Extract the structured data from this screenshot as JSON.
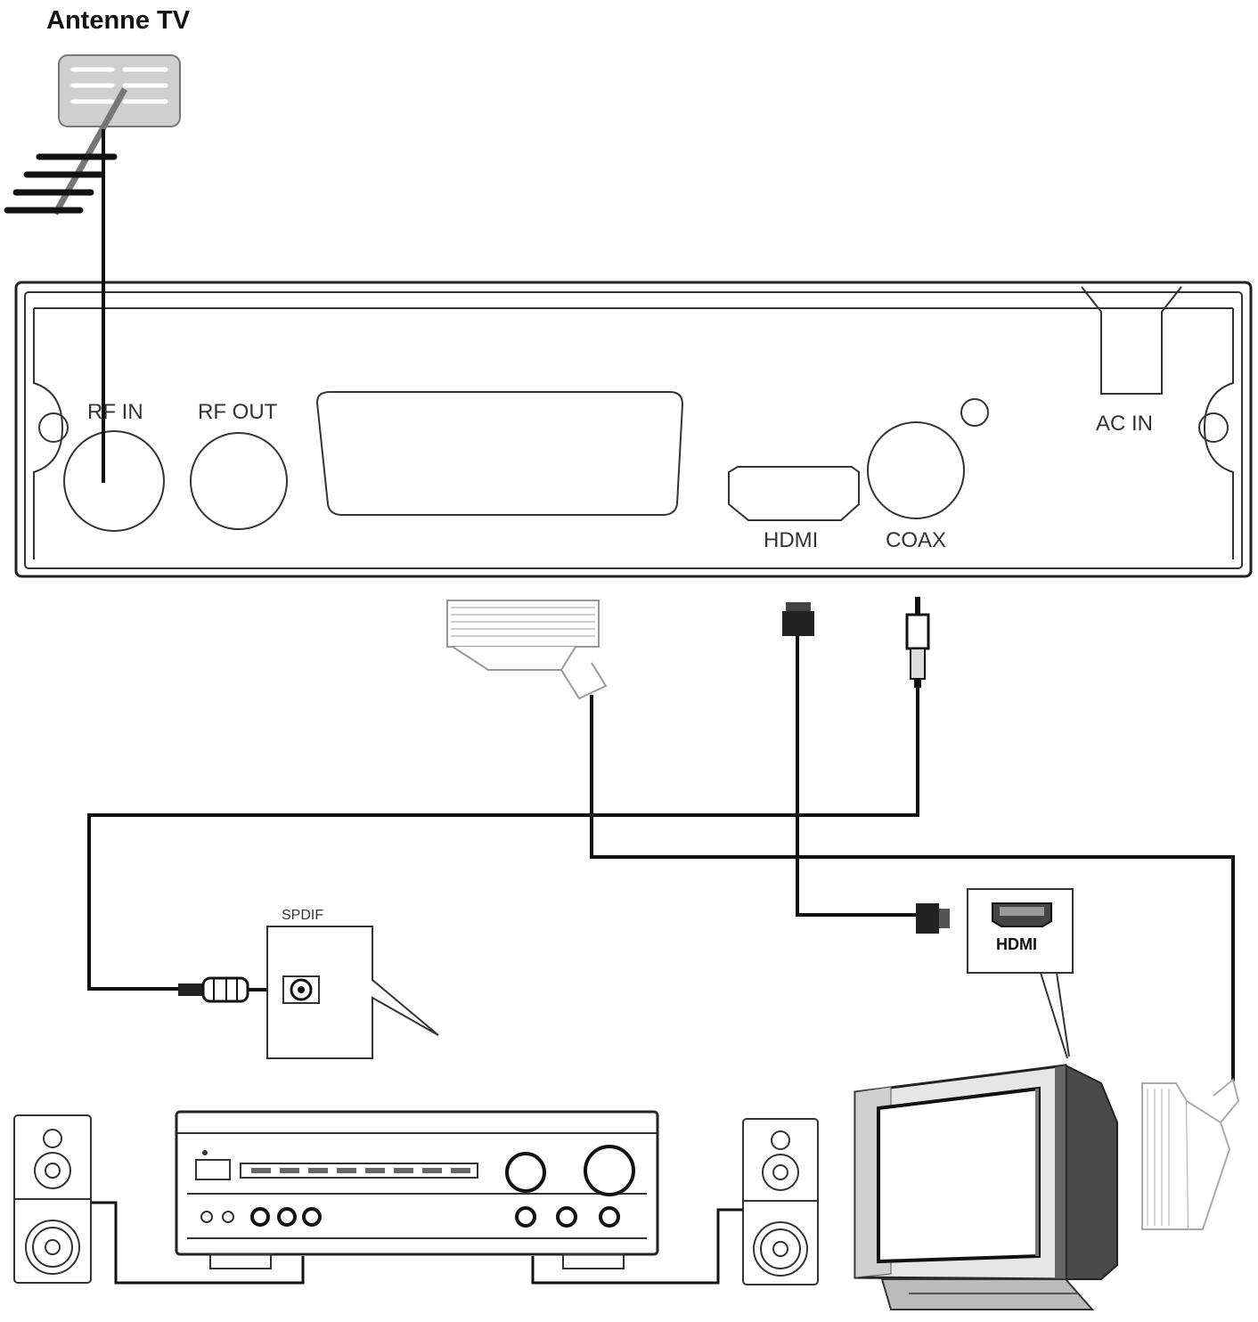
{
  "title": "Antenne TV",
  "box_ports": {
    "rf_in": "RF IN",
    "rf_out": "RF OUT",
    "hdmi": "HDMI",
    "coax": "COAX",
    "ac_in": "AC IN"
  },
  "amplifier_input": "SPDIF",
  "tv_input": "HDMI"
}
